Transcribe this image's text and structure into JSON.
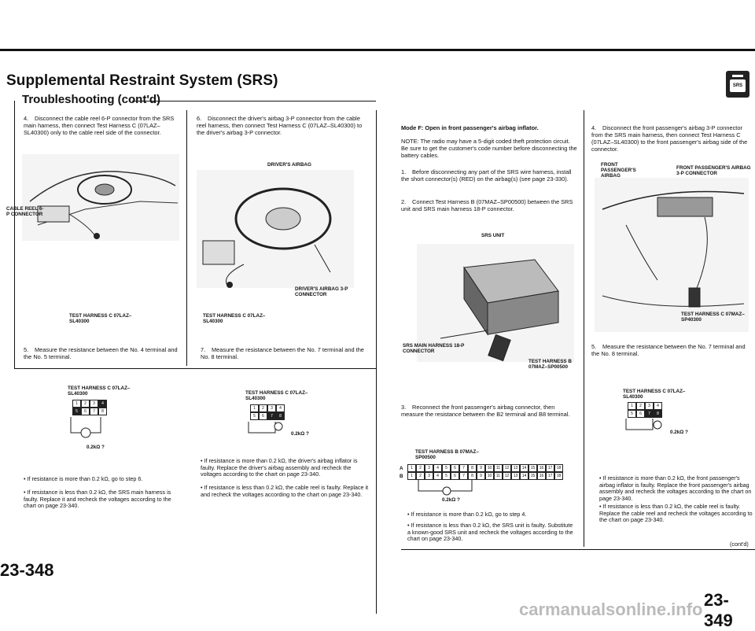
{
  "header": {
    "title": "Supplemental Restraint System (SRS)",
    "subtitle": "Troubleshooting (cont'd)",
    "badge": "SRS"
  },
  "left_page": {
    "page_number": "23-348",
    "col1": {
      "step4": "Disconnect the cable reel 6-P connector from the SRS main harness, then connect Test Harness C (07LAZ–SL40300) only to the cable reel side of the connector.",
      "fig_labels": [
        "CABLE REEL 6-P CONNECTOR",
        "TEST HARNESS C 07LAZ–SL40300"
      ],
      "step5": "Measure the resistance between the No. 4 terminal and the No. 5 terminal.",
      "meter_title": "TEST HARNESS C 07LAZ–SL40300",
      "meter_value": "0.2kΩ ?",
      "pins_top": [
        "1",
        "2",
        "3",
        "4"
      ],
      "pins_bottom": [
        "5",
        "6",
        "7",
        "8"
      ],
      "bullets": [
        "If resistance is more than 0.2 kΩ, go to step 6.",
        "If resistance is less than 0.2 kΩ, the SRS main harness is faulty. Replace it and recheck the voltages according to the chart on page 23-340."
      ]
    },
    "col2": {
      "step6": "Disconnect the driver's airbag 3-P connector from the cable reel harness, then connect Test Harness C (07LAZ–SL40300) to the driver's airbag 3-P connector.",
      "fig_labels": [
        "DRIVER'S AIRBAG",
        "DRIVER'S AIRBAG 3-P CONNECTOR",
        "TEST HARNESS C 07LAZ–SL40300"
      ],
      "step7": "Measure the resistance between the No. 7 terminal and the No. 8 terminal.",
      "meter_title": "TEST HARNESS C 07LAZ–SL40300",
      "meter_value": "0.2kΩ ?",
      "bullets": [
        "If resistance is more than 0.2 kΩ, the driver's airbag inflator is faulty. Replace the driver's airbag assembly and recheck the voltages according to the chart on page 23-340.",
        "If resistance is less than 0.2 kΩ, the cable reel is faulty. Replace it and recheck the voltages according to the chart on page 23-340."
      ]
    }
  },
  "right_page": {
    "page_number": "23-349",
    "col1": {
      "mode_title": "Mode F: Open in front passenger's airbag inflator.",
      "note": "NOTE: The radio may have a 5-digit coded theft protection circuit. Be sure to get the customer's code number before disconnecting the battery cables.",
      "step1": "Before disconnecting any part of the SRS wire harness, install the short connector(s) (RED) on the airbag(s) (see page 23-330).",
      "step2": "Connect Test Harness B (07MAZ–SP00500) between the SRS unit and SRS main harness 18-P connector.",
      "fig_labels": [
        "SRS UNIT",
        "SRS MAIN HARNESS 18-P CONNECTOR",
        "TEST HARNESS B 07MAZ–SP00500"
      ],
      "step3": "Reconnect the front passenger's airbag connector, then measure the resistance between the B2 terminal and B8 terminal.",
      "meter_title": "TEST HARNESS B 07MAZ–SP00500",
      "meter_value": "0.2kΩ ?",
      "row_labels": [
        "A",
        "B"
      ],
      "pins": [
        "1",
        "2",
        "3",
        "4",
        "5",
        "6",
        "7",
        "8",
        "9",
        "10",
        "11",
        "12",
        "13",
        "14",
        "15",
        "16",
        "17",
        "18"
      ],
      "bullets": [
        "If resistance is more than 0.2 kΩ, go to step 4.",
        "If resistance is less than 0.2 kΩ, the SRS unit is faulty. Substitute a known-good SRS unit and recheck the voltages according to the chart on page 23-340."
      ]
    },
    "col2": {
      "step4": "Disconnect the front passenger's airbag 3-P connector from the SRS main harness, then connect Test Harness C (07LAZ–SL40300) to the front passenger's airbag side of the connector.",
      "fig_labels": [
        "FRONT PASSENGER'S AIRBAG",
        "FRONT PASSENGER'S AIRBAG 3-P CONNECTOR",
        "TEST HARNESS C 07MAZ–SP40300"
      ],
      "step5": "Measure the resistance between the No. 7 terminal and the No. 8 terminal.",
      "meter_title": "TEST HARNESS C 07LAZ–SL40300",
      "meter_value": "0.2kΩ ?",
      "bullets": [
        "If resistance is more than 0.2 kΩ, the front passenger's airbag inflator is faulty. Replace the front passenger's airbag assembly and recheck the voltages according to the chart on page 23-340.",
        "If resistance is less than 0.2 kΩ, the cable reel is faulty. Replace the cable reel and recheck the voltages according to the chart on page 23-340."
      ],
      "contd": "(cont'd)"
    }
  },
  "watermark": "carmanualsonline.info"
}
